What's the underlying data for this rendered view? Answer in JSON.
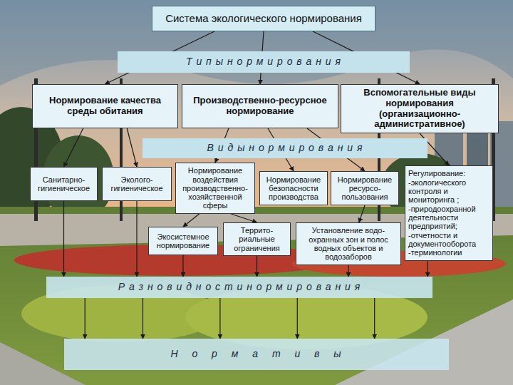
{
  "diagram": {
    "nodes": [
      {
        "text": [
          "Система экологического нормирования"
        ]
      },
      {
        "text": [
          "Т и п ы н о р м и р о в а н и я"
        ]
      },
      {
        "text": [
          "Нормирование качества среды обитания"
        ]
      },
      {
        "text": [
          "Производственно-ресурсное нормирование"
        ]
      },
      {
        "text": [
          "Вспомогательные виды нормирования (организационно-административное)"
        ]
      },
      {
        "text": [
          "В и д ы н о р м и р о в а н и я"
        ]
      },
      {
        "text": [
          "Санитарно-гигиеническое"
        ]
      },
      {
        "text": [
          "Эколого-гигиеническое"
        ]
      },
      {
        "text": [
          "Нормирование воздействия производственно-хозяйственной сферы"
        ]
      },
      {
        "text": [
          "Нормирование безопасности производства"
        ]
      },
      {
        "text": [
          "Нормирование ресурсо-пользования"
        ]
      },
      {
        "text": [
          "Регулирование: -экологического контроля и мониторинга ; -природоохранной деятельности предприятий; -отчетности и документооборота -терминологии"
        ]
      },
      {
        "text": [
          "Экосистемное нормирование"
        ]
      },
      {
        "text": [
          "Террито-риальные ограничения"
        ]
      },
      {
        "text": [
          "Установление водо-охранных зон и полос водных объектов и водозаборов"
        ]
      },
      {
        "text": [
          "Р а з н о в и д н о с т и н о р м и р о в а н и я"
        ]
      },
      {
        "text": [
          "Н о р м а т и в ы"
        ]
      }
    ],
    "edges": [
      {
        "from": 0,
        "to": 2,
        "arrow": "to"
      },
      {
        "from": 0,
        "to": 3,
        "arrow": "to"
      },
      {
        "from": 0,
        "to": 4,
        "arrow": "to"
      },
      {
        "from": 2,
        "to": 6,
        "arrow": "to"
      },
      {
        "from": 2,
        "to": 7,
        "arrow": "to"
      },
      {
        "from": 3,
        "to": 8,
        "arrow": "to"
      },
      {
        "from": 3,
        "to": 9,
        "arrow": "to"
      },
      {
        "from": 3,
        "to": 10,
        "arrow": "to"
      },
      {
        "from": 4,
        "to": 11,
        "arrow": "to"
      },
      {
        "from": 8,
        "to": 12,
        "arrow": "to"
      },
      {
        "from": 8,
        "to": 13,
        "arrow": "to"
      },
      {
        "from": 10,
        "to": 14,
        "arrow": "to"
      },
      {
        "from": 6,
        "to": 15,
        "arrow": "to"
      },
      {
        "from": 7,
        "to": 15,
        "arrow": "to"
      },
      {
        "from": 12,
        "to": 15,
        "arrow": "to"
      },
      {
        "from": 13,
        "to": 15,
        "arrow": "to"
      },
      {
        "from": 14,
        "to": 15,
        "arrow": "to"
      },
      {
        "from": 11,
        "to": 15,
        "arrow": "to"
      },
      {
        "from": 15,
        "to": 16,
        "arrow": "to"
      },
      {
        "from": 15,
        "to": 16,
        "arrow": "to"
      },
      {
        "from": 15,
        "to": 16,
        "arrow": "to"
      },
      {
        "from": 15,
        "to": 16,
        "arrow": "to"
      },
      {
        "from": 15,
        "to": 16,
        "arrow": "to"
      }
    ]
  }
}
